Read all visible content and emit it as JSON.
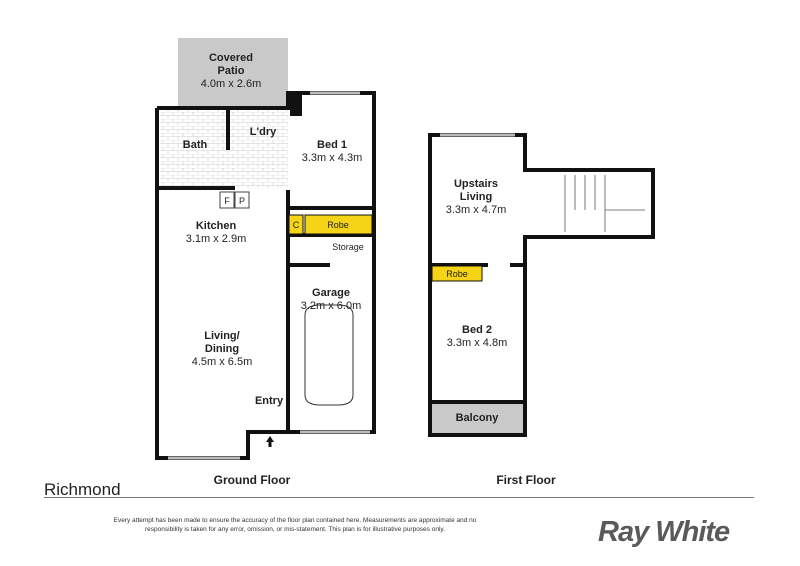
{
  "location": "Richmond",
  "floors": {
    "ground": "Ground Floor",
    "first": "First Floor"
  },
  "rooms": {
    "patio": {
      "name1": "Covered",
      "name2": "Patio",
      "dims": "4.0m x 2.6m"
    },
    "bath": {
      "name": "Bath"
    },
    "laundry": {
      "name": "L'dry"
    },
    "bed1": {
      "name": "Bed 1",
      "dims": "3.3m x 4.3m"
    },
    "kitchen": {
      "name": "Kitchen",
      "dims": "3.1m x 2.9m",
      "fridge": "F",
      "pantry": "P"
    },
    "closet": "C",
    "robe1": "Robe",
    "storage": "Storage",
    "garage": {
      "name": "Garage",
      "dims": "3.2m x 6.0m"
    },
    "living": {
      "name1": "Living/",
      "name2": "Dining",
      "dims": "4.5m x 6.5m"
    },
    "entry": "Entry",
    "upstairs": {
      "name1": "Upstairs",
      "name2": "Living",
      "dims": "3.3m x 4.7m"
    },
    "robe2": "Robe",
    "bed2": {
      "name": "Bed 2",
      "dims": "3.3m x 4.8m"
    },
    "balcony": "Balcony"
  },
  "disclaimer": "Every attempt has been made to ensure the accuracy of the floor plan contained here. Measurements are approximate and no responsibility is taken for any error, omission, or mis-statement. This plan is for illustrative purposes only.",
  "brand": "Ray White",
  "colors": {
    "wall": "#111111",
    "robe": "#f5d316",
    "patio": "#c8c8c8",
    "tile": "#e6e6e6"
  }
}
